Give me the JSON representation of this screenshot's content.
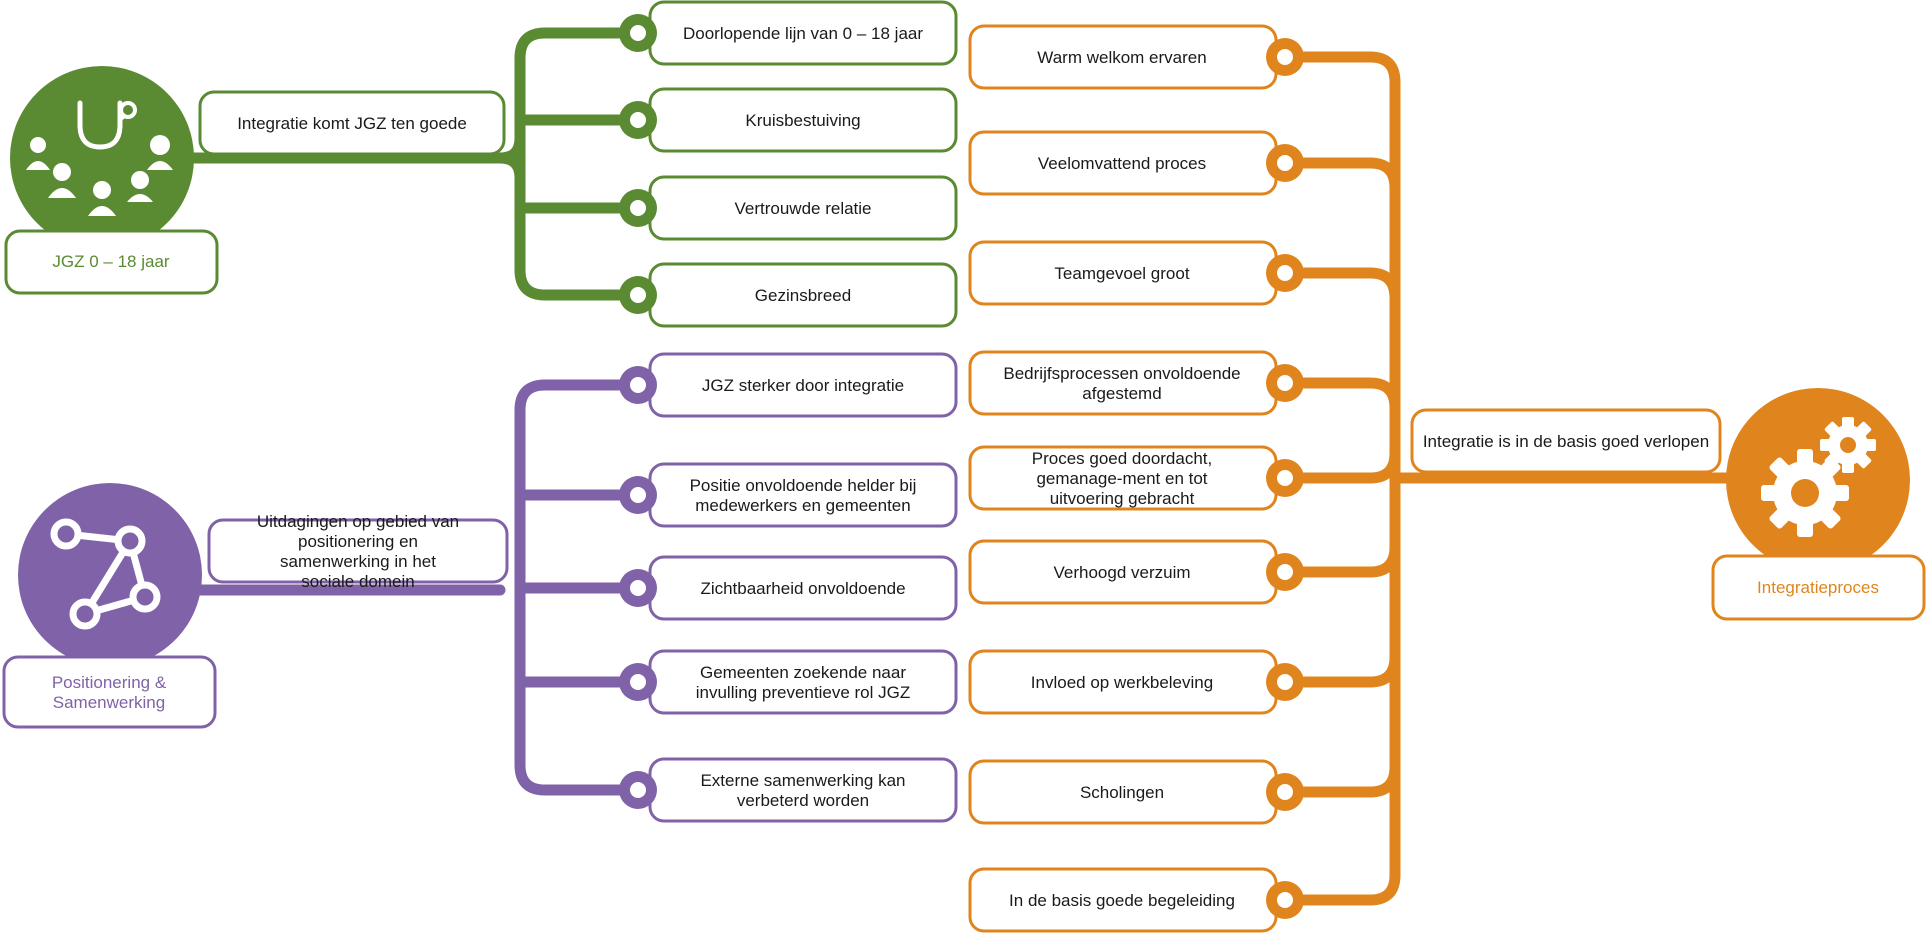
{
  "colors": {
    "green": "#5a8a32",
    "purple": "#8062a8",
    "orange": "#e0851d",
    "text": "#1a1a1a"
  },
  "green_branch": {
    "title": "JGZ 0 – 18 jaar",
    "icon": "stethoscope-family-icon",
    "hub": "Integratie komt JGZ ten goede",
    "items": [
      "Doorlopende lijn van 0 – 18 jaar",
      "Kruisbestuiving",
      "Vertrouwde relatie",
      "Gezinsbreed"
    ]
  },
  "purple_branch": {
    "title": "Positionering & Samenwerking",
    "icon": "network-nodes-icon",
    "hub": "Uitdagingen op gebied van positionering en samenwerking in het sociale domein",
    "items": [
      "JGZ sterker door integratie",
      "Positie onvoldoende helder bij medewerkers en gemeenten",
      "Zichtbaarheid onvoldoende",
      "Gemeenten zoekende naar invulling preventieve rol JGZ",
      "Externe samenwerking kan verbeterd worden"
    ]
  },
  "orange_branch": {
    "title": "Integratieproces",
    "icon": "gears-icon",
    "hub": "Integratie is in de basis goed verlopen",
    "items": [
      "Warm welkom ervaren",
      "Veelomvattend proces",
      "Teamgevoel groot",
      "Bedrijfsprocessen onvoldoende afgestemd",
      "Proces goed doordacht, gemanage-ment en tot uitvoering gebracht",
      "Verhoogd verzuim",
      "Invloed op werkbeleving",
      "Scholingen",
      "In de basis goede begeleiding"
    ]
  }
}
